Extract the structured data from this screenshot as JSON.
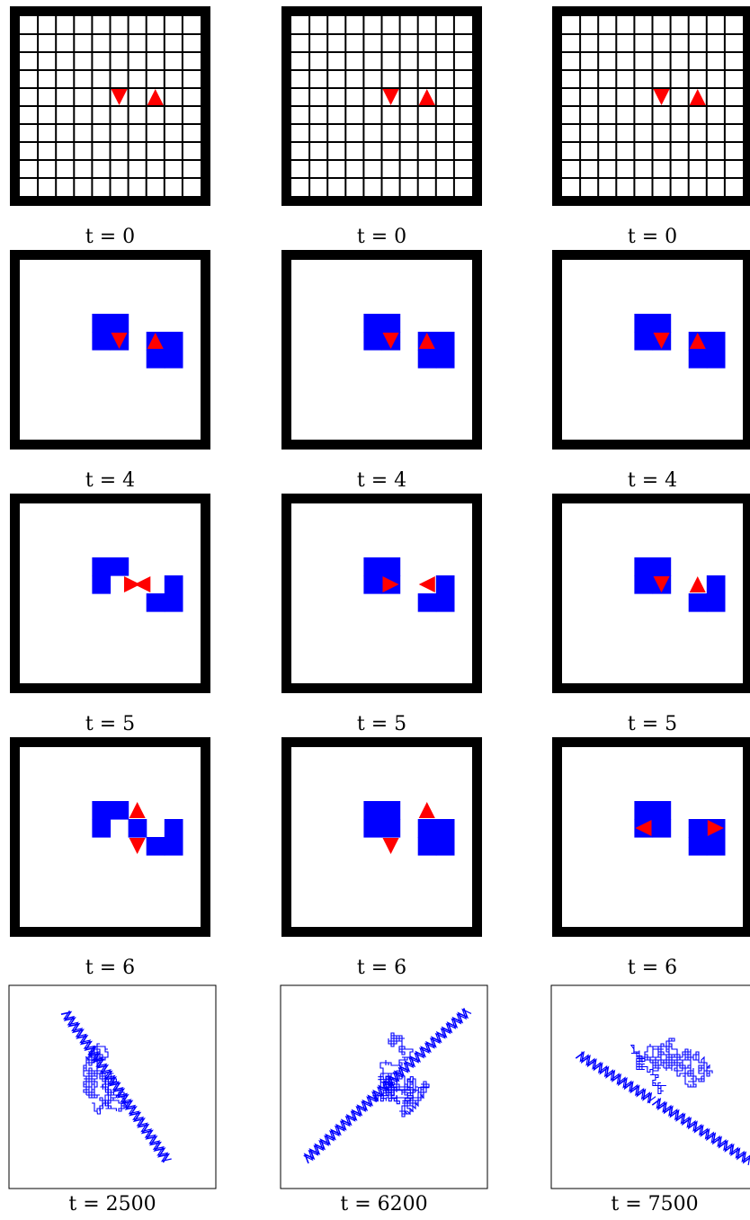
{
  "colors": {
    "frame": "#000000",
    "agent": "#ff0000",
    "visited": "#0000ff",
    "background": "#ffffff"
  },
  "grid_cells": 10,
  "icons": {
    "agent": "triangle-icon"
  },
  "rows": [
    {
      "kind": "frame",
      "panels": [
        {
          "caption": "t = 0",
          "show_grid": true,
          "blocks": [],
          "agents": [
            {
              "col": 5,
              "row": 4,
              "dir": "down"
            },
            {
              "col": 7,
              "row": 4,
              "dir": "up"
            }
          ]
        },
        {
          "caption": "t = 0",
          "show_grid": true,
          "blocks": [],
          "agents": [
            {
              "col": 5,
              "row": 4,
              "dir": "down"
            },
            {
              "col": 7,
              "row": 4,
              "dir": "up"
            }
          ]
        },
        {
          "caption": "t = 0",
          "show_grid": true,
          "blocks": [],
          "agents": [
            {
              "col": 5,
              "row": 4,
              "dir": "down"
            },
            {
              "col": 7,
              "row": 4,
              "dir": "up"
            }
          ]
        }
      ]
    },
    {
      "kind": "frame",
      "panels": [
        {
          "caption": "t = 4",
          "show_grid": false,
          "blocks": [
            [
              4,
              3
            ],
            [
              5,
              3
            ],
            [
              4,
              4
            ],
            [
              5,
              4
            ],
            [
              7,
              4
            ],
            [
              8,
              4
            ],
            [
              7,
              5
            ],
            [
              8,
              5
            ]
          ],
          "agents": [
            {
              "col": 5,
              "row": 4,
              "dir": "down"
            },
            {
              "col": 7,
              "row": 4,
              "dir": "up"
            }
          ]
        },
        {
          "caption": "t = 4",
          "show_grid": false,
          "blocks": [
            [
              4,
              3
            ],
            [
              5,
              3
            ],
            [
              4,
              4
            ],
            [
              5,
              4
            ],
            [
              7,
              4
            ],
            [
              8,
              4
            ],
            [
              7,
              5
            ],
            [
              8,
              5
            ]
          ],
          "agents": [
            {
              "col": 5,
              "row": 4,
              "dir": "down"
            },
            {
              "col": 7,
              "row": 4,
              "dir": "up"
            }
          ]
        },
        {
          "caption": "t = 4",
          "show_grid": false,
          "blocks": [
            [
              4,
              3
            ],
            [
              5,
              3
            ],
            [
              4,
              4
            ],
            [
              5,
              4
            ],
            [
              7,
              4
            ],
            [
              8,
              4
            ],
            [
              7,
              5
            ],
            [
              8,
              5
            ]
          ],
          "agents": [
            {
              "col": 5,
              "row": 4,
              "dir": "down"
            },
            {
              "col": 7,
              "row": 4,
              "dir": "up"
            }
          ]
        }
      ]
    },
    {
      "kind": "frame",
      "panels": [
        {
          "caption": "t = 5",
          "show_grid": false,
          "blocks": [
            [
              4,
              3
            ],
            [
              5,
              3
            ],
            [
              4,
              4
            ],
            [
              8,
              4
            ],
            [
              7,
              5
            ],
            [
              8,
              5
            ]
          ],
          "agents": [
            {
              "col": 6,
              "row": 4,
              "dir": "right"
            },
            {
              "col": 6,
              "row": 4,
              "dir": "left"
            }
          ]
        },
        {
          "caption": "t = 5",
          "show_grid": false,
          "blocks": [
            [
              4,
              3
            ],
            [
              5,
              3
            ],
            [
              4,
              4
            ],
            [
              5,
              4
            ],
            [
              8,
              4
            ],
            [
              7,
              5
            ],
            [
              8,
              5
            ]
          ],
          "agents": [
            {
              "col": 5,
              "row": 4,
              "dir": "right"
            },
            {
              "col": 7,
              "row": 4,
              "dir": "left"
            }
          ]
        },
        {
          "caption": "t = 5",
          "show_grid": false,
          "blocks": [
            [
              4,
              3
            ],
            [
              5,
              3
            ],
            [
              4,
              4
            ],
            [
              5,
              4
            ],
            [
              8,
              4
            ],
            [
              7,
              5
            ],
            [
              8,
              5
            ]
          ],
          "agents": [
            {
              "col": 5,
              "row": 4,
              "dir": "down"
            },
            {
              "col": 7,
              "row": 4,
              "dir": "up"
            }
          ]
        }
      ]
    },
    {
      "kind": "frame",
      "panels": [
        {
          "caption": "t = 6",
          "show_grid": false,
          "blocks": [
            [
              4,
              3
            ],
            [
              5,
              3
            ],
            [
              4,
              4
            ],
            [
              6,
              4
            ],
            [
              8,
              4
            ],
            [
              7,
              5
            ],
            [
              8,
              5
            ]
          ],
          "agents": [
            {
              "col": 6,
              "row": 3,
              "dir": "up"
            },
            {
              "col": 6,
              "row": 5,
              "dir": "down"
            }
          ]
        },
        {
          "caption": "t = 6",
          "show_grid": false,
          "blocks": [
            [
              4,
              3
            ],
            [
              5,
              3
            ],
            [
              4,
              4
            ],
            [
              5,
              4
            ],
            [
              7,
              4
            ],
            [
              8,
              4
            ],
            [
              7,
              5
            ],
            [
              8,
              5
            ]
          ],
          "agents": [
            {
              "col": 5,
              "row": 5,
              "dir": "down"
            },
            {
              "col": 7,
              "row": 3,
              "dir": "up"
            }
          ]
        },
        {
          "caption": "t = 6",
          "show_grid": false,
          "blocks": [
            [
              4,
              3
            ],
            [
              5,
              3
            ],
            [
              4,
              4
            ],
            [
              5,
              4
            ],
            [
              7,
              4
            ],
            [
              8,
              4
            ],
            [
              7,
              5
            ],
            [
              8,
              5
            ]
          ],
          "agents": [
            {
              "col": 4,
              "row": 4,
              "dir": "left"
            },
            {
              "col": 8,
              "row": 4,
              "dir": "right"
            }
          ]
        }
      ]
    },
    {
      "kind": "trace",
      "panels": [
        {
          "caption": "t = 2500",
          "seed": 11,
          "arms": [
            [
              [
                0.27,
                0.13
              ],
              [
                0.77,
                0.87
              ]
            ]
          ],
          "blob": [
            0.48,
            0.46,
            0.13,
            0.19
          ]
        },
        {
          "caption": "t = 6200",
          "seed": 23,
          "arms": [
            [
              [
                0.12,
                0.86
              ],
              [
                0.91,
                0.12
              ]
            ]
          ],
          "blob": [
            0.51,
            0.45,
            0.22,
            0.22
          ]
        },
        {
          "caption": "t = 7500",
          "seed": 37,
          "arms": [
            [
              [
                0.13,
                0.34
              ],
              [
                0.5,
                0.57
              ]
            ],
            [
              [
                0.5,
                0.57
              ],
              [
                0.97,
                0.87
              ]
            ]
          ],
          "blob": [
            0.53,
            0.48,
            0.26,
            0.23
          ]
        }
      ]
    }
  ]
}
